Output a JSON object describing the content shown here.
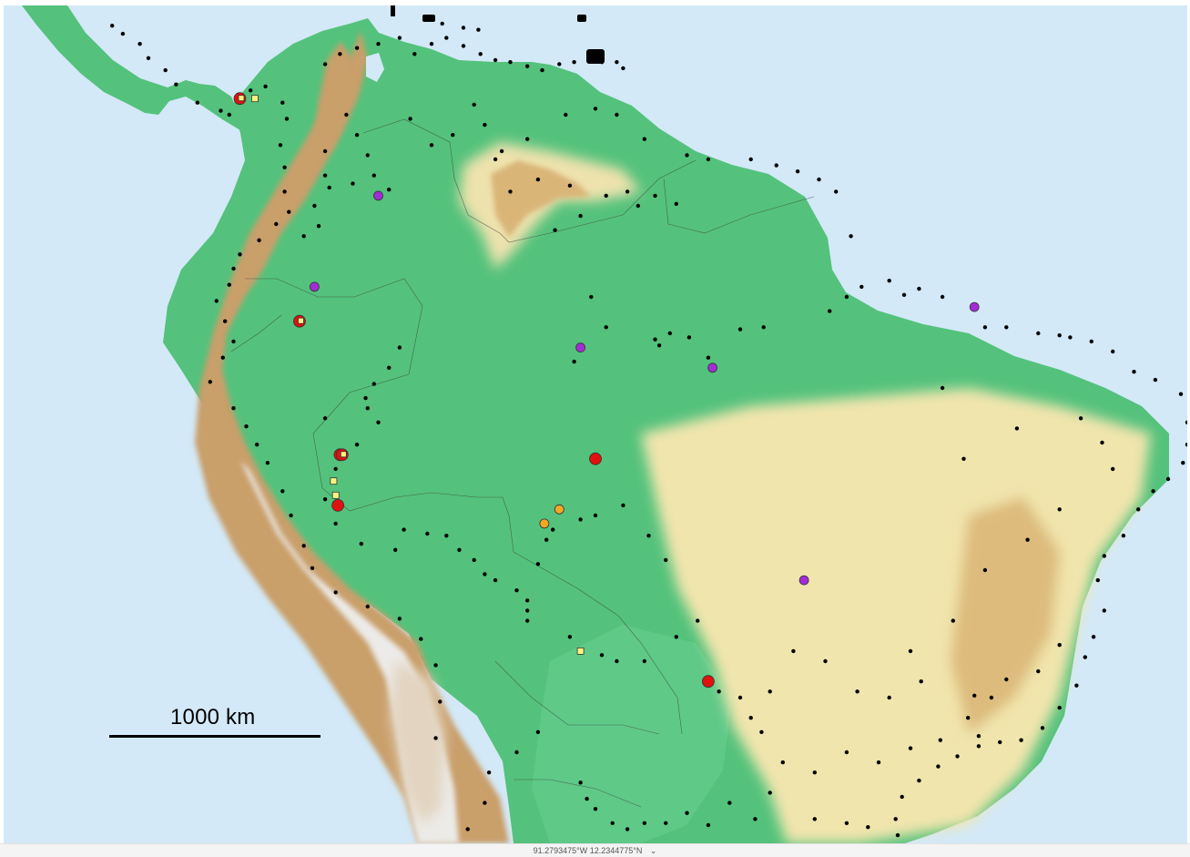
{
  "scale": {
    "label": "1000 km"
  },
  "status": {
    "coordinates": "91.2793475°W 12.2344775°N",
    "toggle": "⌄"
  },
  "colors": {
    "ocean": "#d3e9f7",
    "lowland": "#4fc47d",
    "plateau": "#f1e7b0",
    "mountain": "#c99f6a",
    "snow": "#efefef",
    "occurrence": "#000000",
    "purple": "#a32cd6",
    "red": "#e0110e",
    "orange": "#f5a623",
    "yellow": "#fdf47f"
  },
  "markers": {
    "purple": [
      [
        -73.0,
        4.0
      ],
      [
        -76.0,
        -0.5
      ],
      [
        -63.5,
        -3.5
      ],
      [
        -57.3,
        -4.5
      ],
      [
        -45.0,
        -1.5
      ],
      [
        -53.0,
        -15.0
      ]
    ],
    "red": [
      [
        -74.8,
        -8.8
      ],
      [
        -74.9,
        -11.3
      ],
      [
        -62.8,
        -9.0
      ],
      [
        -57.5,
        -20.0
      ]
    ],
    "orange": [
      [
        -64.5,
        -11.5
      ],
      [
        -65.2,
        -12.2
      ]
    ],
    "yellow": [
      [
        -78.8,
        8.8
      ],
      [
        -75.1,
        -10.1
      ],
      [
        -75.0,
        -10.8
      ],
      [
        -63.5,
        -18.5
      ]
    ],
    "yellow_red": [
      [
        -79.5,
        8.8
      ],
      [
        -76.7,
        -2.2
      ],
      [
        -74.7,
        -8.8
      ]
    ]
  },
  "occurrences": [
    [
      -85.5,
      12.4
    ],
    [
      -85.0,
      12.0
    ],
    [
      -84.2,
      11.5
    ],
    [
      -83.8,
      10.8
    ],
    [
      -83.0,
      10.2
    ],
    [
      -82.5,
      9.5
    ],
    [
      -81.5,
      8.6
    ],
    [
      -80.4,
      8.2
    ],
    [
      -80.0,
      8.0
    ],
    [
      -79.0,
      9.2
    ],
    [
      -78.3,
      9.4
    ],
    [
      -77.5,
      8.6
    ],
    [
      -77.3,
      7.8
    ],
    [
      -77.6,
      6.5
    ],
    [
      -77.4,
      5.4
    ],
    [
      -77.4,
      4.2
    ],
    [
      -77.2,
      3.2
    ],
    [
      -77.8,
      2.6
    ],
    [
      -78.6,
      1.8
    ],
    [
      -79.5,
      1.1
    ],
    [
      -79.8,
      0.4
    ],
    [
      -80.0,
      -0.4
    ],
    [
      -80.6,
      -1.2
    ],
    [
      -80.2,
      -2.2
    ],
    [
      -79.8,
      -3.2
    ],
    [
      -80.3,
      -4.0
    ],
    [
      -80.9,
      -5.2
    ],
    [
      -79.8,
      -6.5
    ],
    [
      -79.2,
      -7.4
    ],
    [
      -78.7,
      -8.3
    ],
    [
      -78.2,
      -9.2
    ],
    [
      -77.5,
      -10.6
    ],
    [
      -77.1,
      -11.8
    ],
    [
      -76.5,
      -13.3
    ],
    [
      -76.1,
      -14.4
    ],
    [
      -75.0,
      -15.6
    ],
    [
      -73.5,
      -16.3
    ],
    [
      -72.0,
      -16.9
    ],
    [
      -71.0,
      -17.9
    ],
    [
      -70.3,
      -19.2
    ],
    [
      -70.1,
      -21.0
    ],
    [
      -70.3,
      -22.8
    ],
    [
      -75.5,
      10.5
    ],
    [
      -74.8,
      11.0
    ],
    [
      -74.0,
      11.3
    ],
    [
      -73.0,
      11.5
    ],
    [
      -72.0,
      11.8
    ],
    [
      -71.3,
      11.0
    ],
    [
      -70.5,
      11.5
    ],
    [
      -69.8,
      11.8
    ],
    [
      -69.0,
      11.4
    ],
    [
      -68.2,
      11.0
    ],
    [
      -67.5,
      10.7
    ],
    [
      -66.8,
      10.6
    ],
    [
      -66.0,
      10.4
    ],
    [
      -65.3,
      10.2
    ],
    [
      -64.5,
      10.5
    ],
    [
      -63.8,
      10.6
    ],
    [
      -63.0,
      10.7
    ],
    [
      -62.5,
      10.6
    ],
    [
      -61.8,
      10.6
    ],
    [
      -70.0,
      12.5
    ],
    [
      -69.0,
      12.3
    ],
    [
      -68.3,
      12.2
    ],
    [
      -61.5,
      10.3
    ],
    [
      -74.5,
      8.0
    ],
    [
      -74.0,
      7.0
    ],
    [
      -73.5,
      6.0
    ],
    [
      -73.2,
      5.0
    ],
    [
      -72.5,
      4.3
    ],
    [
      -74.2,
      4.6
    ],
    [
      -75.5,
      6.2
    ],
    [
      -75.5,
      5.0
    ],
    [
      -76.0,
      3.5
    ],
    [
      -75.8,
      2.5
    ],
    [
      -76.5,
      2.0
    ],
    [
      -75.3,
      4.4
    ],
    [
      -72.0,
      -3.5
    ],
    [
      -72.5,
      -4.5
    ],
    [
      -73.2,
      -5.3
    ],
    [
      -73.6,
      -6.0
    ],
    [
      -73.5,
      -6.5
    ],
    [
      -73.0,
      -7.2
    ],
    [
      -74.0,
      -8.3
    ],
    [
      -75.5,
      -7.0
    ],
    [
      -75.0,
      -9.5
    ],
    [
      -75.5,
      -11.0
    ],
    [
      -75.0,
      -12.2
    ],
    [
      -73.8,
      -13.2
    ],
    [
      -72.2,
      -13.5
    ],
    [
      -71.8,
      -12.5
    ],
    [
      -70.7,
      -12.7
    ],
    [
      -69.8,
      -12.8
    ],
    [
      -69.2,
      -13.5
    ],
    [
      -68.5,
      -14.0
    ],
    [
      -68.0,
      -14.7
    ],
    [
      -67.5,
      -15.0
    ],
    [
      -66.5,
      -15.5
    ],
    [
      -65.5,
      -14.2
    ],
    [
      -65.1,
      -13.0
    ],
    [
      -64.8,
      -12.5
    ],
    [
      -63.5,
      -12.0
    ],
    [
      -62.8,
      -11.8
    ],
    [
      -61.5,
      -11.3
    ],
    [
      -60.3,
      -12.8
    ],
    [
      -59.5,
      -14.0
    ],
    [
      -66.0,
      -16.0
    ],
    [
      -66.0,
      -16.5
    ],
    [
      -66.0,
      -17.0
    ],
    [
      -64.0,
      -17.8
    ],
    [
      -62.5,
      -18.7
    ],
    [
      -61.8,
      -19.0
    ],
    [
      -60.5,
      -19.0
    ],
    [
      -59.0,
      -17.8
    ],
    [
      -58.0,
      -17.0
    ],
    [
      -57.0,
      -20.5
    ],
    [
      -56.0,
      -20.8
    ],
    [
      -55.5,
      -21.8
    ],
    [
      -55.0,
      -22.5
    ],
    [
      -63.5,
      -25.0
    ],
    [
      -63.2,
      -25.8
    ],
    [
      -62.8,
      -26.3
    ],
    [
      -62.0,
      -27.0
    ],
    [
      -61.3,
      -27.3
    ],
    [
      -60.5,
      -27.0
    ],
    [
      -59.5,
      -27.0
    ],
    [
      -58.5,
      -26.5
    ],
    [
      -57.5,
      -27.1
    ],
    [
      -56.5,
      -26.0
    ],
    [
      -55.3,
      -26.8
    ],
    [
      -54.6,
      -25.5
    ],
    [
      -67.8,
      -24.5
    ],
    [
      -68.0,
      -26.0
    ],
    [
      -68.8,
      -27.3
    ],
    [
      -66.5,
      -23.5
    ],
    [
      -65.5,
      -22.5
    ],
    [
      -64.7,
      2.3
    ],
    [
      -63.5,
      3.0
    ],
    [
      -62.3,
      4.0
    ],
    [
      -61.3,
      4.2
    ],
    [
      -60.8,
      3.5
    ],
    [
      -60.0,
      4.0
    ],
    [
      -59.0,
      3.6
    ],
    [
      -58.5,
      6.0
    ],
    [
      -57.5,
      5.8
    ],
    [
      -55.5,
      5.8
    ],
    [
      -54.3,
      5.5
    ],
    [
      -53.3,
      5.2
    ],
    [
      -52.3,
      4.8
    ],
    [
      -51.5,
      4.2
    ],
    [
      -50.8,
      2.0
    ],
    [
      -60.5,
      6.8
    ],
    [
      -64.0,
      4.5
    ],
    [
      -65.5,
      4.8
    ],
    [
      -66.8,
      4.2
    ],
    [
      -67.5,
      5.8
    ],
    [
      -67.2,
      6.2
    ],
    [
      -66.0,
      6.8
    ],
    [
      -68.0,
      7.5
    ],
    [
      -69.5,
      7.0
    ],
    [
      -70.5,
      6.5
    ],
    [
      -71.5,
      7.8
    ],
    [
      -68.5,
      8.5
    ],
    [
      -64.2,
      8.0
    ],
    [
      -62.8,
      8.3
    ],
    [
      -61.8,
      8.0
    ],
    [
      -63.0,
      -1.0
    ],
    [
      -63.8,
      -4.2
    ],
    [
      -62.3,
      -2.5
    ],
    [
      -60.0,
      -3.1
    ],
    [
      -59.3,
      -2.8
    ],
    [
      -59.8,
      -3.4
    ],
    [
      -58.4,
      -3.0
    ],
    [
      -57.5,
      -4.0
    ],
    [
      -56.0,
      -2.6
    ],
    [
      -54.9,
      -2.5
    ],
    [
      -51.8,
      -1.7
    ],
    [
      -51.0,
      -1.0
    ],
    [
      -50.3,
      -0.5
    ],
    [
      -49.0,
      -0.2
    ],
    [
      -48.3,
      -0.9
    ],
    [
      -47.6,
      -0.6
    ],
    [
      -46.5,
      -1.0
    ],
    [
      -44.5,
      -2.5
    ],
    [
      -43.5,
      -2.5
    ],
    [
      -42.0,
      -2.8
    ],
    [
      -41.0,
      -2.9
    ],
    [
      -40.5,
      -3.0
    ],
    [
      -39.5,
      -3.2
    ],
    [
      -38.5,
      -3.7
    ],
    [
      -37.5,
      -4.7
    ],
    [
      -36.5,
      -5.1
    ],
    [
      -35.3,
      -5.8
    ],
    [
      -35.0,
      -7.2
    ],
    [
      -35.0,
      -8.3
    ],
    [
      -35.2,
      -9.2
    ],
    [
      -35.9,
      -10.0
    ],
    [
      -36.6,
      -10.6
    ],
    [
      -37.3,
      -11.5
    ],
    [
      -38.0,
      -12.8
    ],
    [
      -38.9,
      -13.8
    ],
    [
      -39.2,
      -15.0
    ],
    [
      -38.9,
      -16.5
    ],
    [
      -39.4,
      -17.8
    ],
    [
      -39.8,
      -18.8
    ],
    [
      -40.2,
      -20.2
    ],
    [
      -41.0,
      -21.3
    ],
    [
      -41.8,
      -22.3
    ],
    [
      -42.8,
      -22.9
    ],
    [
      -43.8,
      -23.0
    ],
    [
      -44.8,
      -23.2
    ],
    [
      -45.8,
      -23.7
    ],
    [
      -46.7,
      -24.2
    ],
    [
      -47.6,
      -24.9
    ],
    [
      -48.4,
      -25.7
    ],
    [
      -48.7,
      -26.8
    ],
    [
      -48.6,
      -27.6
    ],
    [
      -46.5,
      -5.5
    ],
    [
      -45.5,
      -9.0
    ],
    [
      -43.0,
      -7.5
    ],
    [
      -40.0,
      -7.0
    ],
    [
      -39.0,
      -8.2
    ],
    [
      -38.5,
      -9.5
    ],
    [
      -41.0,
      -11.5
    ],
    [
      -42.5,
      -13.0
    ],
    [
      -44.5,
      -14.5
    ],
    [
      -46.0,
      -17.0
    ],
    [
      -48.0,
      -18.5
    ],
    [
      -47.5,
      -20.0
    ],
    [
      -45.0,
      -20.7
    ],
    [
      -43.5,
      -19.9
    ],
    [
      -42.0,
      -19.5
    ],
    [
      -41.0,
      -18.2
    ],
    [
      -49.0,
      -20.8
    ],
    [
      -50.5,
      -20.5
    ],
    [
      -52.0,
      -19.0
    ],
    [
      -53.5,
      -18.5
    ],
    [
      -54.6,
      -20.5
    ],
    [
      -54.0,
      -24.0
    ],
    [
      -52.5,
      -24.5
    ],
    [
      -51.0,
      -23.5
    ],
    [
      -49.5,
      -24.0
    ],
    [
      -48.0,
      -23.3
    ],
    [
      -46.6,
      -22.9
    ],
    [
      -45.3,
      -21.8
    ],
    [
      -44.8,
      -22.7
    ],
    [
      -44.2,
      -20.8
    ],
    [
      -52.5,
      -26.8
    ],
    [
      -51.0,
      -27.0
    ],
    [
      -50.0,
      -27.2
    ]
  ]
}
